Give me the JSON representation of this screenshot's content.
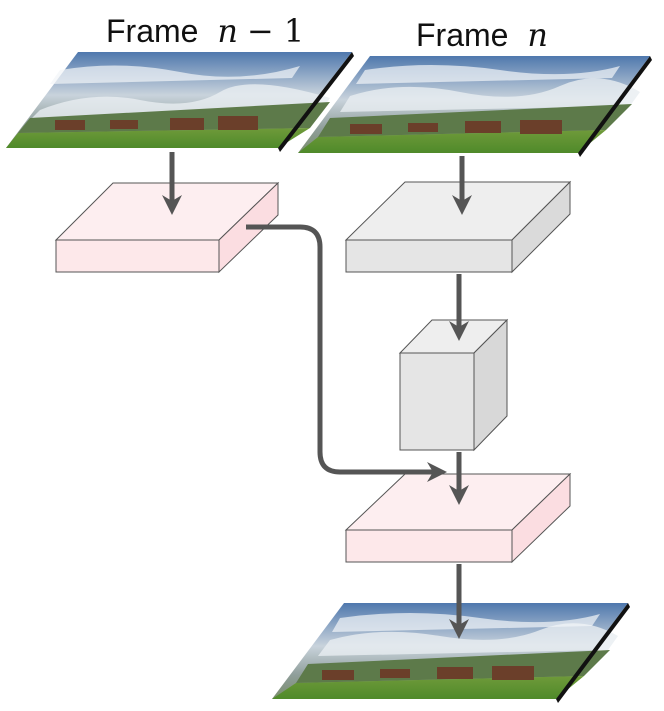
{
  "labels": {
    "frame_prev_word": "Frame",
    "frame_prev_var": "n",
    "frame_prev_op": " − ",
    "frame_prev_num": "1",
    "frame_curr_word": "Frame",
    "frame_curr_var": "n"
  },
  "colors": {
    "pink_box": "#fde8ea",
    "gray_box": "#e5e5e5",
    "arrow": "#555555",
    "sky": "#7f9fc4",
    "grass": "#5f9a33"
  }
}
